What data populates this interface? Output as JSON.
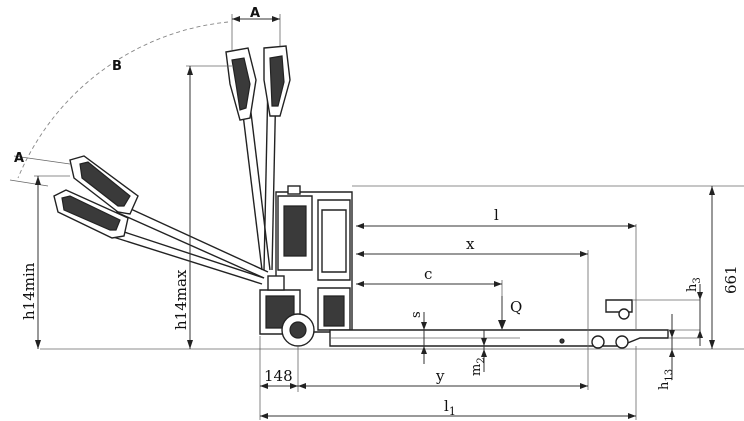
{
  "labels": {
    "A_top": "A",
    "B": "B",
    "A_left": "A",
    "h14min": "h14min",
    "h14max": "h14max",
    "l": "l",
    "x": "x",
    "c": "c",
    "Q": "Q",
    "s": "s",
    "m2": "m",
    "m2_sub": "2",
    "h3": "h",
    "h3_sub": "3",
    "h13": "h",
    "h13_sub": "13",
    "v661": "661",
    "v148": "148",
    "y": "y",
    "l1": "l",
    "l1_sub": "1"
  }
}
